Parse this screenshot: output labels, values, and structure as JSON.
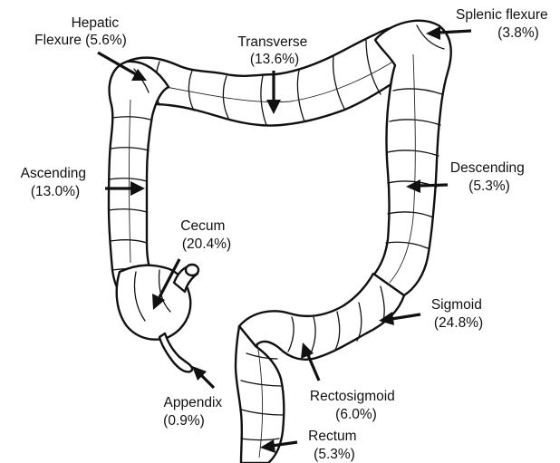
{
  "diagram": {
    "segments": [
      {
        "id": "hepatic-flexure",
        "name_lines": [
          "Hepatic",
          "Flexure (5.6%)"
        ]
      },
      {
        "id": "transverse",
        "name_lines": [
          "Transverse",
          "(13.6%)"
        ]
      },
      {
        "id": "splenic-flexure",
        "name_lines": [
          "Splenic flexure",
          "(3.8%)"
        ]
      },
      {
        "id": "ascending",
        "name_lines": [
          "Ascending",
          "(13.0%)"
        ]
      },
      {
        "id": "descending",
        "name_lines": [
          "Descending",
          "(5.3%)"
        ]
      },
      {
        "id": "cecum",
        "name_lines": [
          "Cecum",
          "(20.4%)"
        ]
      },
      {
        "id": "sigmoid",
        "name_lines": [
          "Sigmoid",
          "(24.8%)"
        ]
      },
      {
        "id": "rectosigmoid",
        "name_lines": [
          "Rectosigmoid",
          "(6.0%)"
        ]
      },
      {
        "id": "appendix",
        "name_lines": [
          "Appendix",
          "(0.9%)"
        ]
      },
      {
        "id": "rectum",
        "name_lines": [
          "Rectum",
          "(5.3%)"
        ]
      }
    ]
  }
}
